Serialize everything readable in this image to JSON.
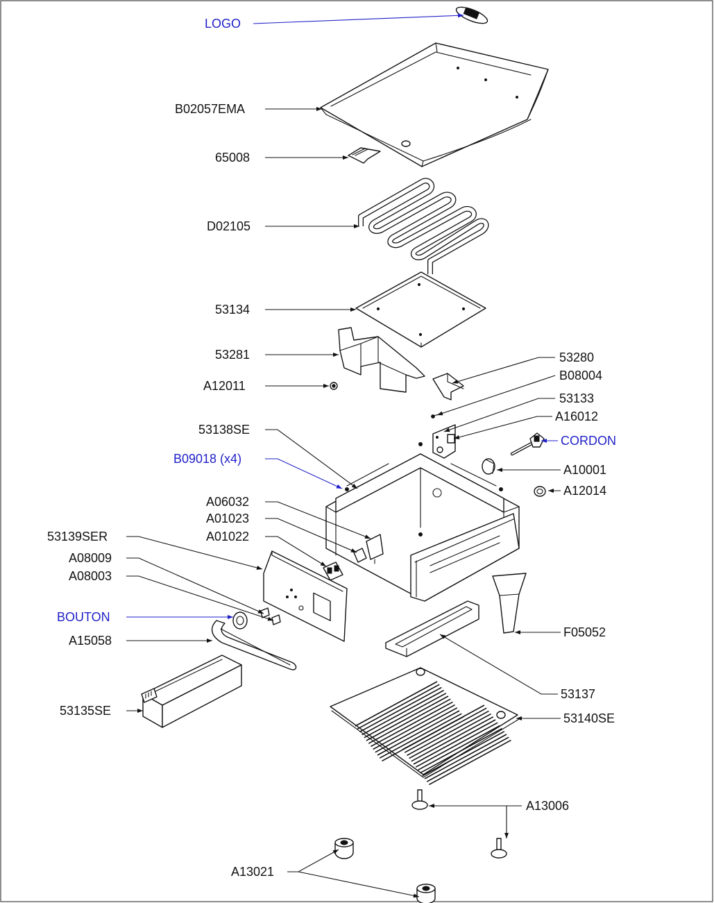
{
  "colors": {
    "black": "#111111",
    "blue": "#1f1fc8"
  },
  "labels": {
    "logo": {
      "text": "LOGO",
      "color": "blue"
    },
    "b02057ema": {
      "text": "B02057EMA",
      "color": "black"
    },
    "p65008": {
      "text": "65008",
      "color": "black"
    },
    "d02105": {
      "text": "D02105",
      "color": "black"
    },
    "p53134": {
      "text": "53134",
      "color": "black"
    },
    "p53281": {
      "text": "53281",
      "color": "black"
    },
    "a12011": {
      "text": "A12011",
      "color": "black"
    },
    "p53280": {
      "text": "53280",
      "color": "black"
    },
    "b08004": {
      "text": "B08004",
      "color": "black"
    },
    "p53133": {
      "text": "53133",
      "color": "black"
    },
    "a16012": {
      "text": "A16012",
      "color": "black"
    },
    "cordon": {
      "text": "CORDON",
      "color": "blue"
    },
    "p53138se": {
      "text": "53138SE",
      "color": "black"
    },
    "b09018": {
      "text": "B09018  (x4)",
      "color": "blue"
    },
    "a10001": {
      "text": "A10001",
      "color": "black"
    },
    "a12014": {
      "text": "A12014",
      "color": "black"
    },
    "a06032": {
      "text": "A06032",
      "color": "black"
    },
    "a01023": {
      "text": "A01023",
      "color": "black"
    },
    "p53139ser": {
      "text": "53139SER",
      "color": "black"
    },
    "a01022": {
      "text": "A01022",
      "color": "black"
    },
    "a08009": {
      "text": "A08009",
      "color": "black"
    },
    "a08003": {
      "text": "A08003",
      "color": "black"
    },
    "bouton": {
      "text": "BOUTON",
      "color": "blue"
    },
    "a15058": {
      "text": "A15058",
      "color": "black"
    },
    "f05052": {
      "text": "F05052",
      "color": "black"
    },
    "p53137": {
      "text": "53137",
      "color": "black"
    },
    "p53135se": {
      "text": "53135SE",
      "color": "black"
    },
    "p53140se": {
      "text": "53140SE",
      "color": "black"
    },
    "a13006": {
      "text": "A13006",
      "color": "black"
    },
    "a13021": {
      "text": "A13021",
      "color": "black"
    }
  }
}
